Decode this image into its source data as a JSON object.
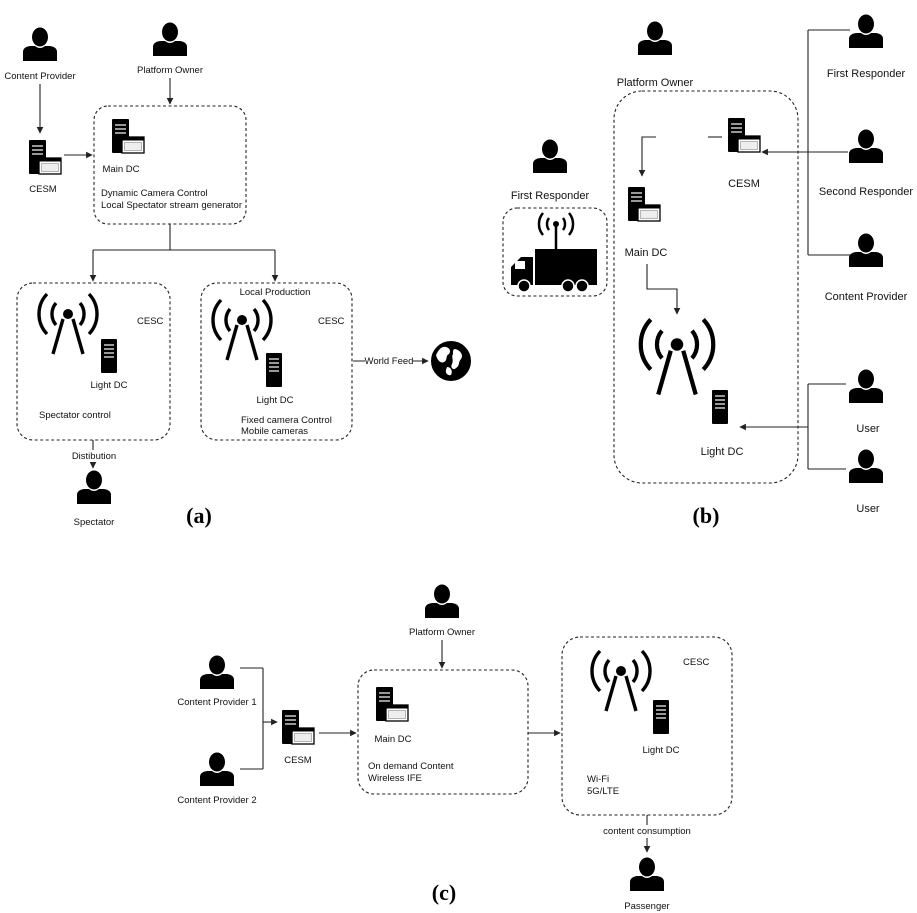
{
  "panels": {
    "a": "(a)",
    "b": "(b)",
    "c": "(c)"
  },
  "a": {
    "content_provider": "Content Provider",
    "platform_owner": "Platform Owner",
    "cesm": "CESM",
    "main_dc": "Main DC",
    "main_text_1": "Dynamic Camera Control",
    "main_text_2": "Local Spectator stream generator",
    "cesc_left": "CESC",
    "light_dc_left": "Light DC",
    "spectator_control": "Spectator control",
    "local_production": "Local Production",
    "cesc_right": "CESC",
    "light_dc_right": "Light DC",
    "fixed_camera": "Fixed camera Control",
    "mobile_cameras": "Mobile cameras",
    "world_feed": "World Feed",
    "distibution": "Distibution",
    "spectator": "Spectator"
  },
  "b": {
    "platform_owner": "Platform Owner",
    "first_responder_left": "First Responder",
    "cesm": "CESM",
    "main_dc": "Main DC",
    "light_dc": "Light DC",
    "first_responder_right": "First Responder",
    "second_responder": "Second Responder",
    "content_provider": "Content Provider",
    "user_1": "User",
    "user_2": "User"
  },
  "c": {
    "platform_owner": "Platform Owner",
    "content_provider_1": "Content Provider 1",
    "content_provider_2": "Content Provider 2",
    "cesm": "CESM",
    "main_dc": "Main DC",
    "on_demand": "On demand Content",
    "wireless_ife": "Wireless IFE",
    "cesc": "CESC",
    "light_dc": "Light DC",
    "wifi": "Wi-Fi",
    "lte": "5G/LTE",
    "content_consumption": "content consumption",
    "passenger": "Passenger"
  },
  "colors": {
    "ink": "#111111",
    "background": "#ffffff"
  },
  "icons": [
    "person-icon",
    "server-icon",
    "server-with-window-icon",
    "antenna-icon",
    "globe-icon",
    "truck-icon"
  ]
}
